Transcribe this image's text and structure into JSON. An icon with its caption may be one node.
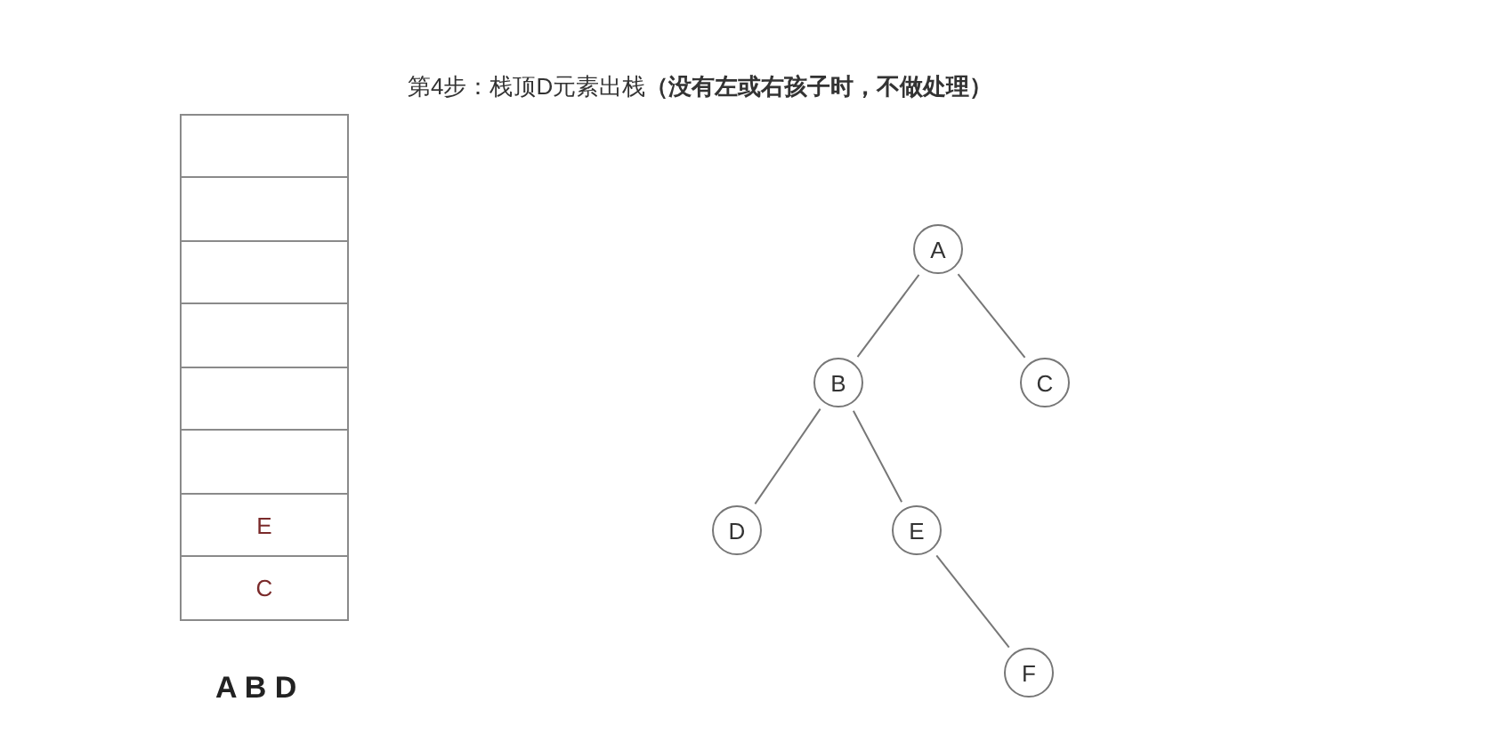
{
  "diagram": {
    "title": "第4步：栈顶D元素出栈**（没有左或右孩子时，不做处理）**",
    "nodes": [
      {
        "text": [],
        "shape": "box"
      },
      {
        "text": [],
        "shape": "box"
      },
      {
        "text": [],
        "shape": "box"
      },
      {
        "text": [],
        "shape": "box"
      },
      {
        "text": [],
        "shape": "box"
      },
      {
        "text": [],
        "shape": "box"
      },
      {
        "text": [
          "E"
        ]
      },
      {
        "text": [
          "C"
        ]
      },
      {
        "text": [
          "A"
        ]
      },
      {
        "text": [
          "B"
        ]
      },
      {
        "text": [
          "C"
        ]
      },
      {
        "text": [
          "D"
        ]
      },
      {
        "text": [
          "E"
        ]
      },
      {
        "text": [
          "F"
        ]
      }
    ],
    "edges": [
      {
        "from": 8,
        "to": 9,
        "arrow": "none"
      },
      {
        "from": 8,
        "to": 10,
        "arrow": "none"
      },
      {
        "from": 9,
        "to": 11,
        "arrow": "none"
      },
      {
        "from": 9,
        "to": 12,
        "arrow": "none"
      },
      {
        "from": 12,
        "to": 13,
        "arrow": "none"
      }
    ],
    "labels": [
      "A B D"
    ]
  }
}
